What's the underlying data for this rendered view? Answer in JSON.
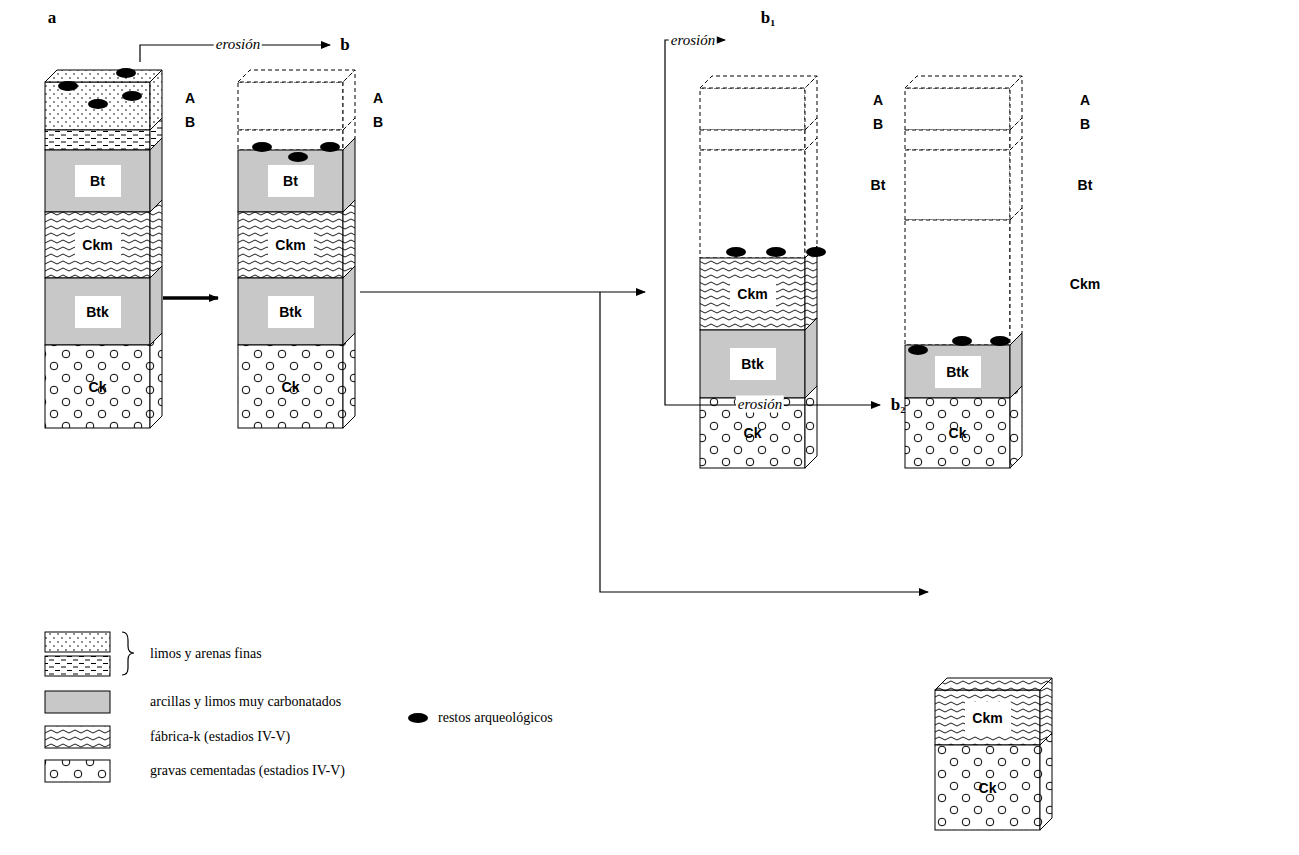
{
  "diagram": {
    "nodes": [
      {
        "text": [
          "Bt"
        ]
      },
      {
        "text": [
          "Ckm"
        ]
      },
      {
        "text": [
          "Btk"
        ]
      },
      {
        "text": [
          "Ck"
        ]
      },
      {
        "text": [
          "Bt"
        ]
      },
      {
        "text": [
          "Ckm"
        ]
      },
      {
        "text": [
          "Btk"
        ]
      },
      {
        "text": [
          "Ck"
        ]
      },
      {
        "text": [
          "Ckm"
        ]
      },
      {
        "text": [
          "Btk"
        ]
      },
      {
        "text": [
          "Ck"
        ]
      },
      {
        "text": [
          "Btk"
        ]
      },
      {
        "text": [
          "Ck"
        ]
      },
      {
        "text": [
          "Ckm"
        ]
      },
      {
        "text": [
          "Ck"
        ]
      }
    ],
    "labels": [
      "a",
      "erosión",
      "b",
      "A",
      "B",
      "A",
      "B",
      "b₁",
      "erosión",
      "A",
      "B",
      "Bt",
      "A",
      "B",
      "Bt",
      "Ckm",
      "erosión",
      "b₂"
    ],
    "legend": [
      {
        "text": "limos y arenas finas"
      },
      {
        "text": "arcillas y limos muy carbonatados",
        "color": "#c8c8c8"
      },
      {
        "text": "fábrica-k (estadios IV-V)"
      },
      {
        "text": "gravas cementadas (estadios IV-V)"
      },
      {
        "text": "restos arqueológicos"
      }
    ]
  }
}
